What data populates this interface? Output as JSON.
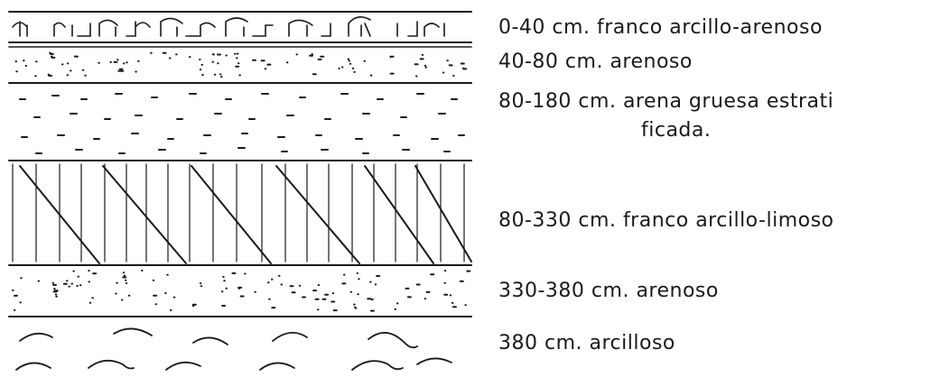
{
  "layers": [
    {
      "depth": "0-40 cm.",
      "description": "franco arcillo-arenoso",
      "pattern": "roots"
    },
    {
      "depth": "40-80 cm.",
      "description": "arenoso",
      "pattern": "dots"
    },
    {
      "depth": "80-180 cm.",
      "description": "arena gruesa estrati",
      "description_cont": "ficada.",
      "pattern": "dashes"
    },
    {
      "depth": "80-330 cm.",
      "description": "franco arcillo-limoso",
      "pattern": "verticals-diagonals"
    },
    {
      "depth": "330-380 cm.",
      "description": "arenoso",
      "pattern": "dots"
    },
    {
      "depth": "380 cm.",
      "description": "arcilloso",
      "pattern": "arcs"
    }
  ],
  "colors": {
    "ink": "#1a1a1a",
    "paper": "#ffffff"
  }
}
